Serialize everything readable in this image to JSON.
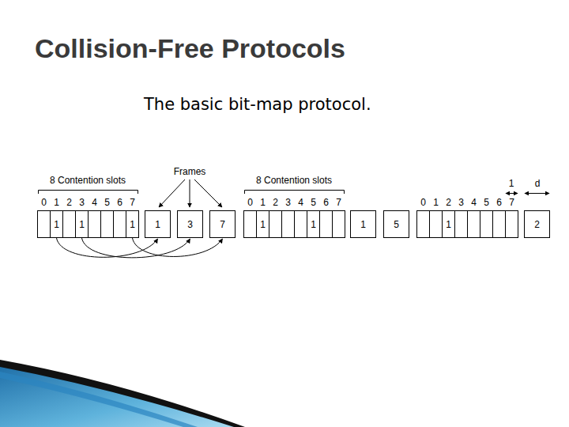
{
  "diagram": {
    "title": "Collision-Free Protocols",
    "caption": "The basic bit-map protocol.",
    "nodes": [
      {
        "text": [
          "1"
        ]
      },
      {
        "text": [
          "1"
        ]
      },
      {
        "text": [
          "1"
        ]
      },
      {
        "text": [
          "1"
        ]
      },
      {
        "text": [
          "3"
        ]
      },
      {
        "text": [
          "7"
        ]
      },
      {
        "text": [
          "1"
        ]
      },
      {
        "text": [
          "1"
        ]
      },
      {
        "text": [
          "1"
        ]
      },
      {
        "text": [
          "5"
        ]
      },
      {
        "text": [
          "1"
        ]
      },
      {
        "text": [
          "2"
        ]
      }
    ],
    "edges": [
      {
        "from": 0,
        "to": 3,
        "arrow": "to"
      },
      {
        "from": 1,
        "to": 4,
        "arrow": "to"
      },
      {
        "from": 2,
        "to": 5,
        "arrow": "to"
      }
    ],
    "labels": [
      "8 Contention slots",
      "Frames",
      "8 Contention slots",
      "1",
      "d",
      "0",
      "1",
      "2",
      "3",
      "4",
      "5",
      "6",
      "7",
      "0",
      "1",
      "2",
      "3",
      "4",
      "5",
      "6",
      "7",
      "0",
      "1",
      "2",
      "3",
      "4",
      "5",
      "6",
      "7"
    ]
  }
}
